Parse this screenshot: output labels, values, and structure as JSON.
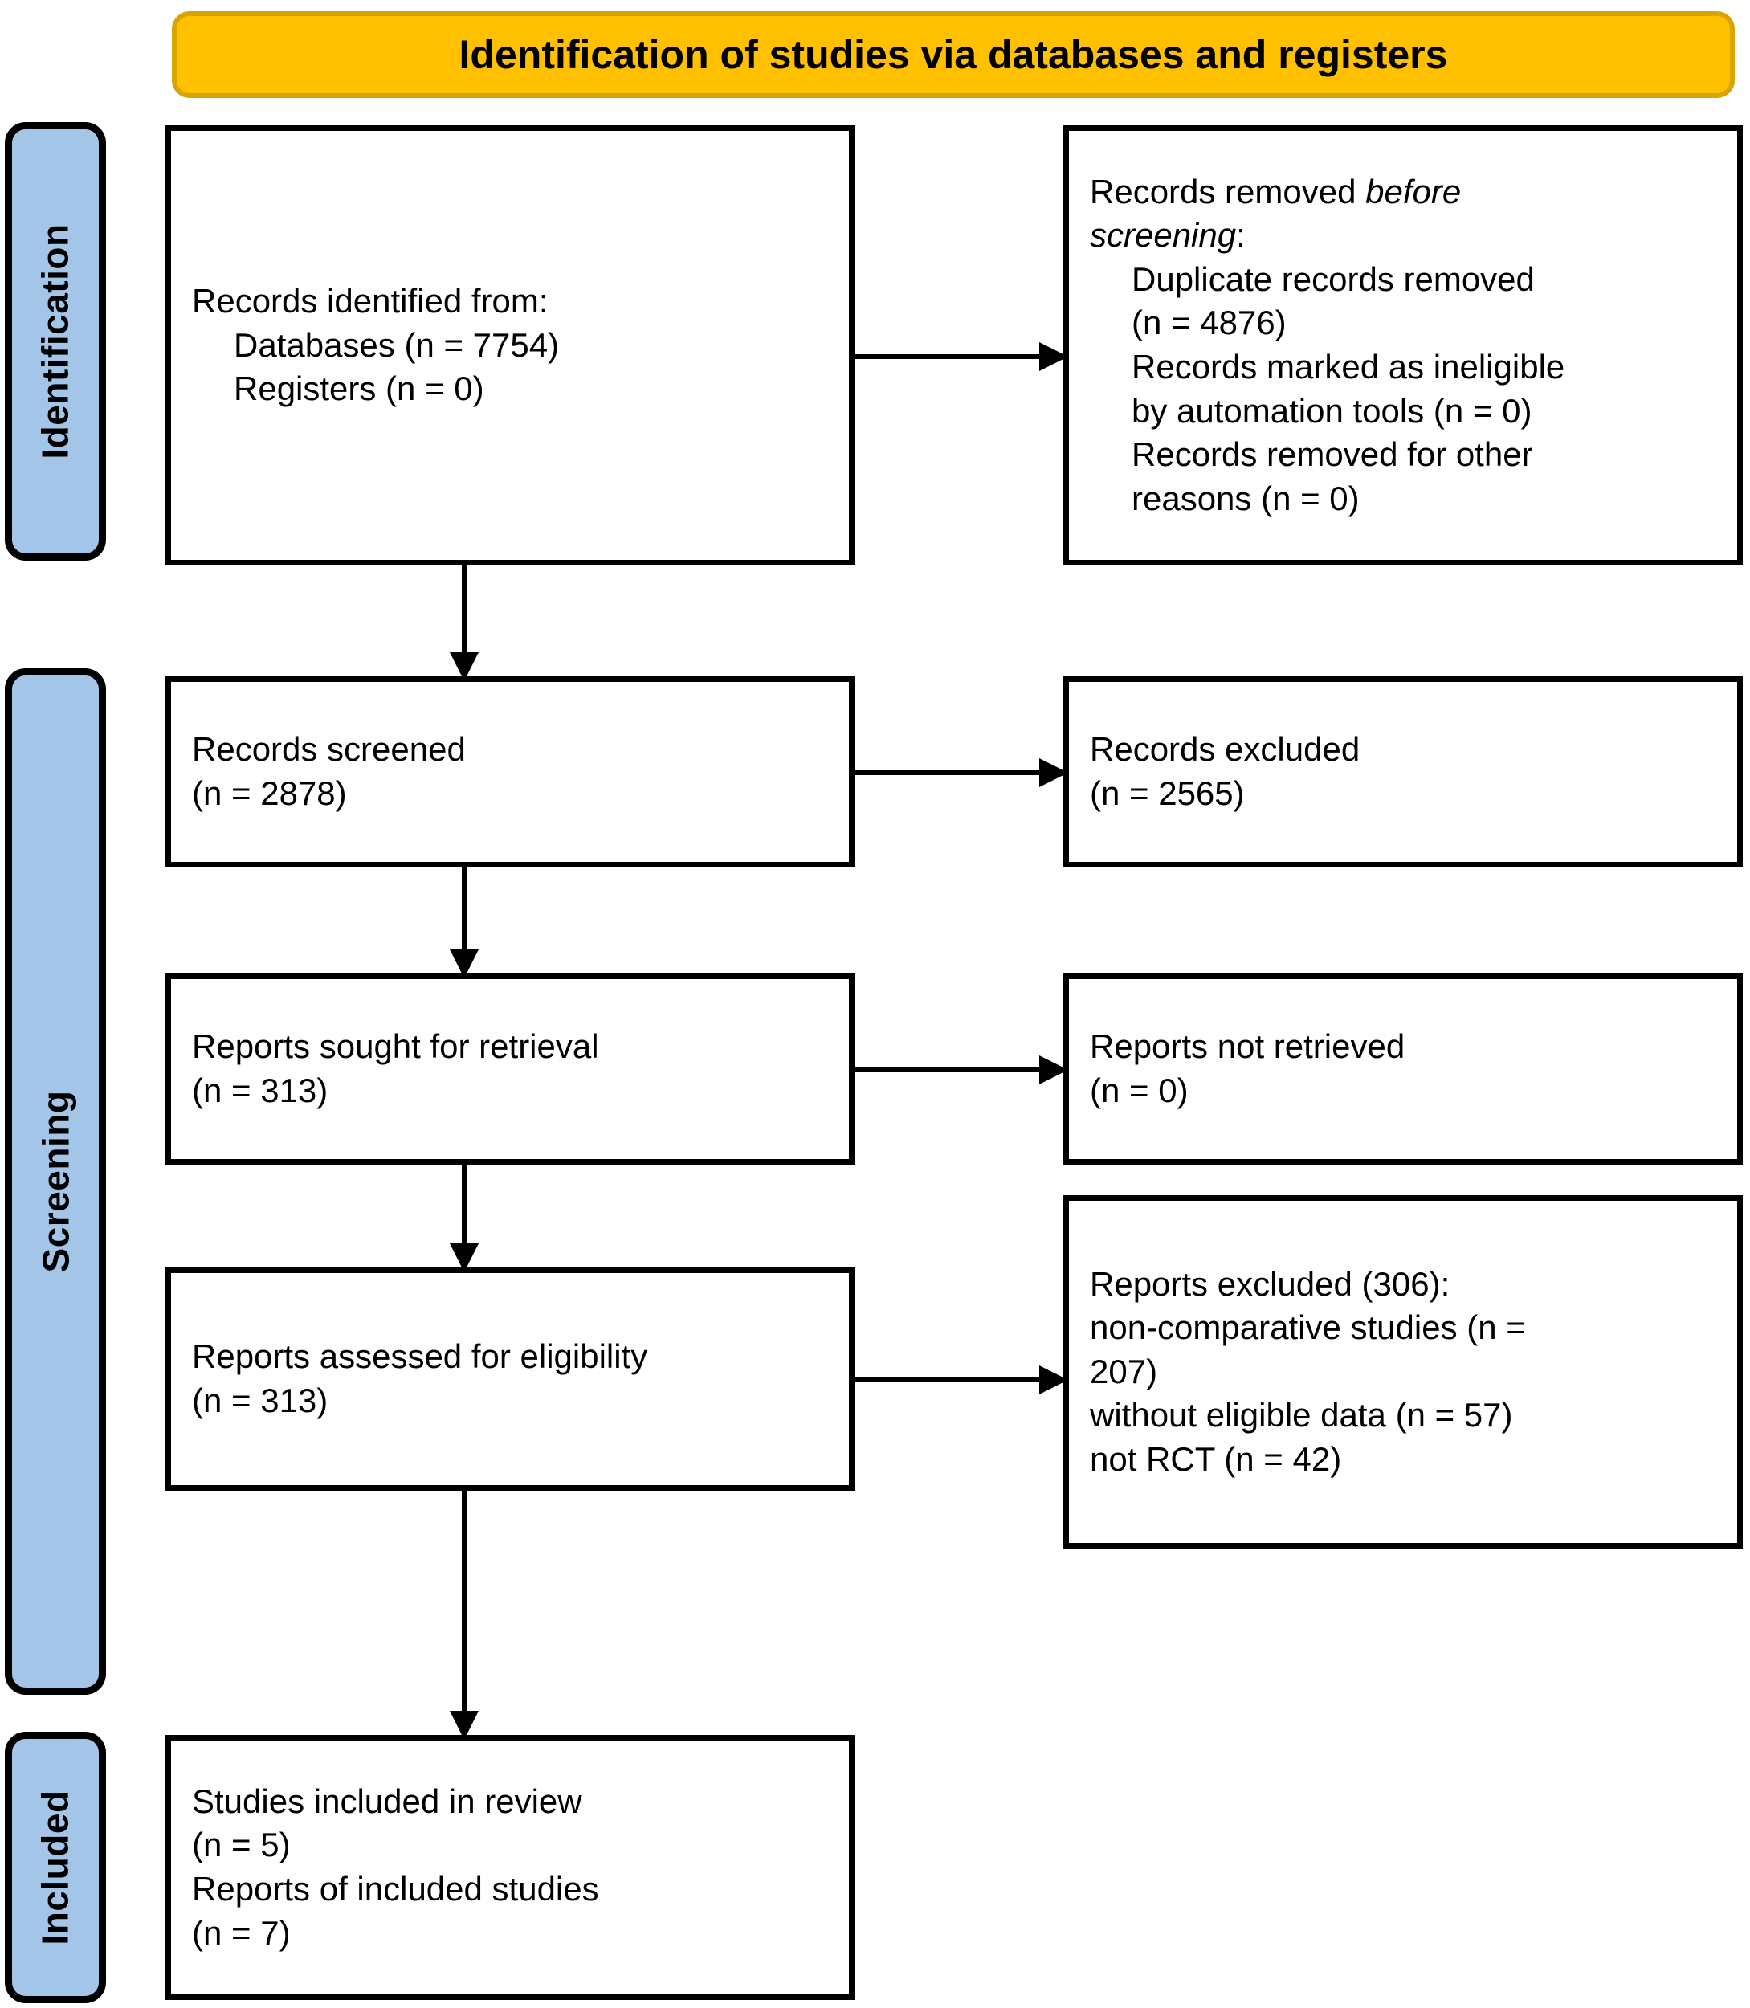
{
  "header": {
    "title": "Identification of studies via databases and registers"
  },
  "colors": {
    "header_fill": "#FFC000",
    "header_border": "#D9A300",
    "stage_band_fill": "#A3C6E8",
    "box_border": "#000000",
    "box_fill": "#FFFFFF",
    "text": "#000000"
  },
  "stages": [
    {
      "id": "identification",
      "label": "Identification"
    },
    {
      "id": "screening",
      "label": "Screening"
    },
    {
      "id": "included",
      "label": "Included"
    }
  ],
  "boxes": {
    "records_identified": {
      "lines": [
        "Records identified from:",
        "Databases (n = 7754)",
        "Registers (n = 0)"
      ]
    },
    "records_removed": {
      "lines": [
        "Records removed before",
        "screening:",
        "Duplicate records removed",
        "(n = 4876)",
        "Records marked as ineligible",
        "by automation tools (n = 0)",
        "Records removed for other",
        "reasons (n = 0)"
      ],
      "italic_phrase": "before screening"
    },
    "records_screened": {
      "lines": [
        "Records screened",
        "(n = 2878)"
      ]
    },
    "records_excluded": {
      "lines": [
        "Records excluded",
        "(n = 2565)"
      ]
    },
    "reports_sought": {
      "lines": [
        "Reports sought for retrieval",
        "(n = 313)"
      ]
    },
    "reports_not_retrieved": {
      "lines": [
        "Reports not retrieved",
        "(n = 0)"
      ]
    },
    "reports_assessed": {
      "lines": [
        "Reports assessed for eligibility",
        "(n = 313)"
      ]
    },
    "reports_excluded": {
      "lines": [
        "Reports excluded (306):",
        "non-comparative studies (n =",
        "207)",
        "without eligible data (n = 57)",
        "not RCT (n = 42)"
      ]
    },
    "studies_included": {
      "lines": [
        "Studies included in review",
        "(n = 5)",
        "Reports of included studies",
        "(n = 7)"
      ]
    }
  },
  "counts": {
    "databases": 7754,
    "registers": 0,
    "duplicates_removed": 4876,
    "ineligible_automation": 0,
    "removed_other": 0,
    "records_screened": 2878,
    "records_excluded": 2565,
    "reports_sought": 313,
    "reports_not_retrieved": 0,
    "reports_assessed": 313,
    "reports_excluded_total": 306,
    "excluded_non_comparative": 207,
    "excluded_without_eligible_data": 57,
    "excluded_not_rct": 42,
    "studies_included": 5,
    "reports_of_included_studies": 7
  }
}
